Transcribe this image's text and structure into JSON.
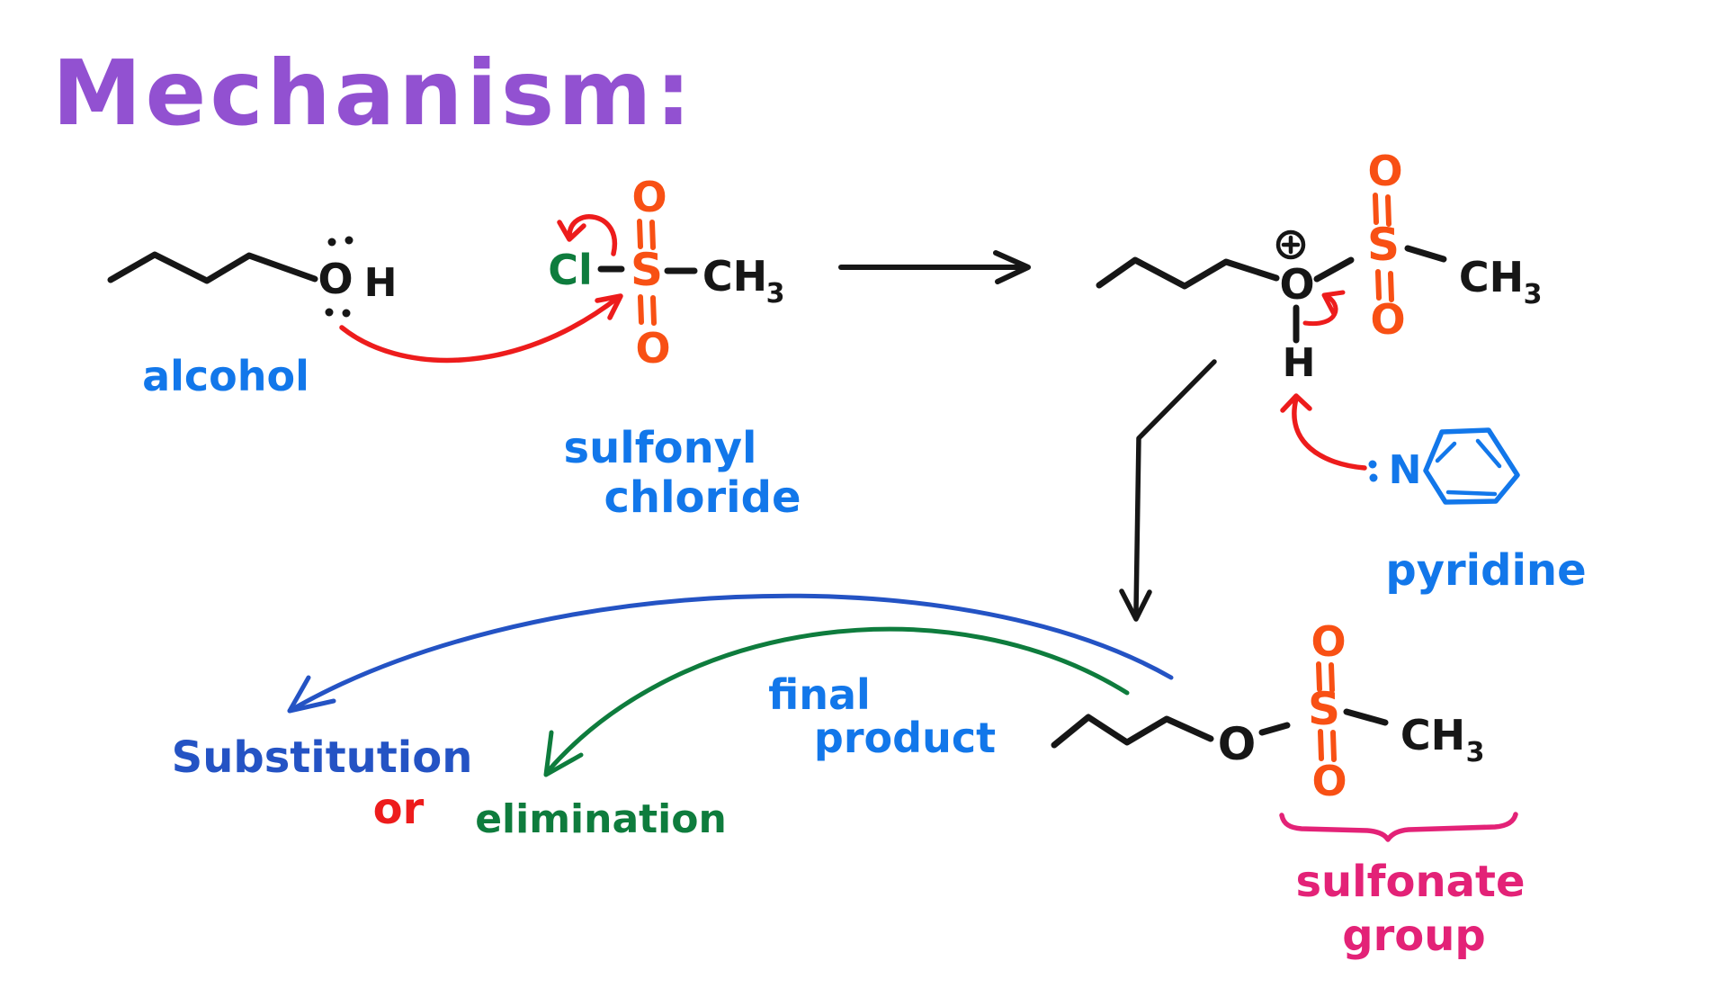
{
  "title": "Mechanism:",
  "colors": {
    "background": "#ffffff",
    "purple": "#9251d1",
    "azure": "#1277ea",
    "royal": "#2453c4",
    "orange": "#f85014",
    "green": "#0e7c3d",
    "red": "#ed1c1c",
    "pink": "#e32277",
    "ink": "#161616"
  },
  "atoms": {
    "oxygen": "O",
    "hydrogen": "H",
    "sulfur": "S",
    "chlorine": "Cl",
    "nitrogen": "N",
    "methyl": "CH",
    "methyl_subscript": "3"
  },
  "labels": {
    "alcohol": "alcohol",
    "sulfonyl_chloride": [
      "sulfonyl",
      "chloride"
    ],
    "pyridine": "pyridine",
    "final_product": [
      "final",
      "product"
    ],
    "sulfonate_group": [
      "sulfonate",
      "group"
    ],
    "substitution": "Substitution",
    "or": "or",
    "elimination": "elimination"
  }
}
